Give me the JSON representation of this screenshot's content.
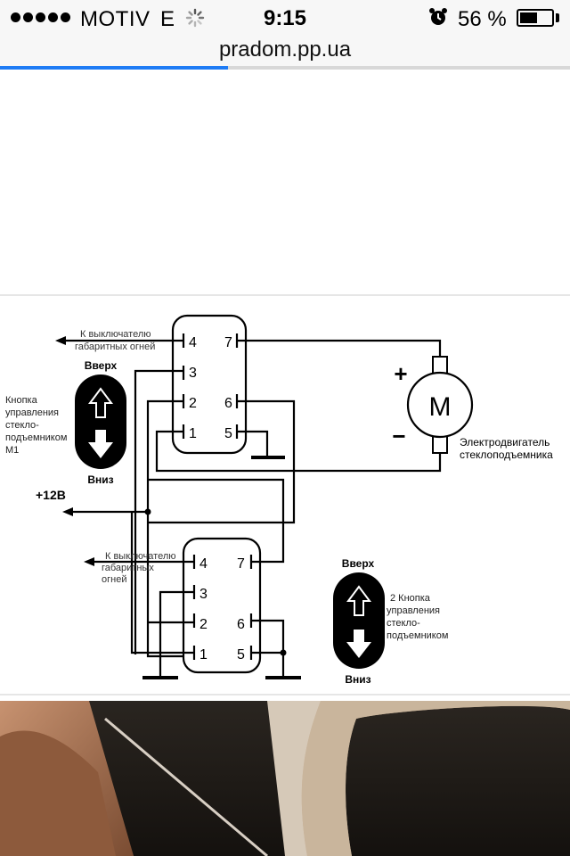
{
  "status_bar": {
    "carrier": "MOTIV",
    "network": "E",
    "time": "9:15",
    "battery_percent": "56 %",
    "battery_level": 0.56,
    "alarm_icon": "alarm-clock-icon",
    "activity_icon": "network-activity-spinner-icon"
  },
  "browser": {
    "url": "pradom.pp.ua",
    "load_progress": 0.4,
    "accent_color": "#1f7cf5"
  },
  "diagram": {
    "switch1": {
      "pins": {
        "p1": "1",
        "p2": "2",
        "p3": "3",
        "p4": "4",
        "p5": "5",
        "p6": "6",
        "p7": "7"
      },
      "lights_label_line1": "К выключателю",
      "lights_label_line2": "габаритных огней"
    },
    "switch2": {
      "pins": {
        "p1": "1",
        "p2": "2",
        "p3": "3",
        "p4": "4",
        "p5": "5",
        "p6": "6",
        "p7": "7"
      },
      "lights_label_line1": "К выключателю",
      "lights_label_line2": "габаритных",
      "lights_label_line3": "огней"
    },
    "button1": {
      "up": "Вверх",
      "down": "Вниз",
      "label_line1": "Кнопка",
      "label_line2": "управления",
      "label_line3": "стекло-",
      "label_line4": "подъемником",
      "label_line5": "М1"
    },
    "button2": {
      "up": "Вверх",
      "down": "Вниз",
      "label_line1": "2  Кнопка",
      "label_line2": "управления",
      "label_line3": "стекло-",
      "label_line4": "подъемником"
    },
    "motor": {
      "symbol": "M",
      "plus": "+",
      "minus": "−",
      "label_line1": "Электродвигатель",
      "label_line2": "стеклоподъемника"
    },
    "power_label": "+12В"
  }
}
